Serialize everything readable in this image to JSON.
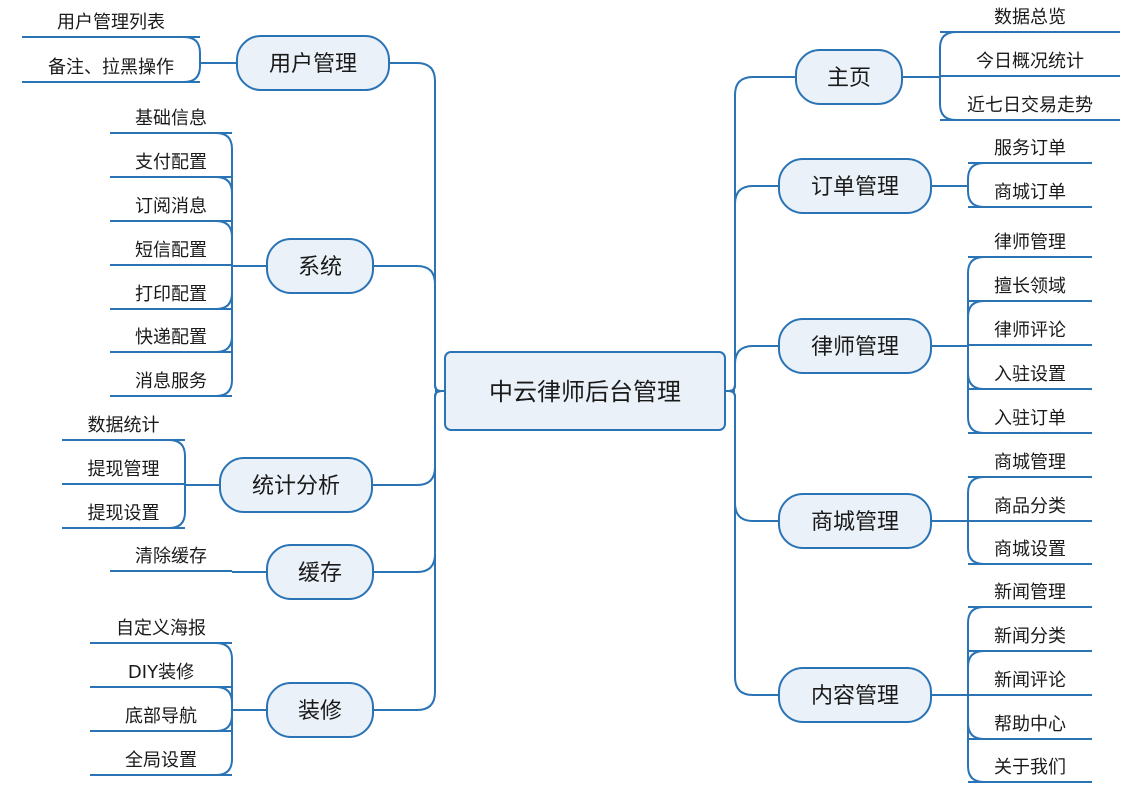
{
  "root": "中云律师后台管理",
  "left_branches": [
    {
      "label": "用户管理",
      "leaves": [
        "用户管理列表",
        "备注、拉黑操作"
      ]
    },
    {
      "label": "系统",
      "leaves": [
        "基础信息",
        "支付配置",
        "订阅消息",
        "短信配置",
        "打印配置",
        "快递配置",
        "消息服务"
      ]
    },
    {
      "label": "统计分析",
      "leaves": [
        "数据统计",
        "提现管理",
        "提现设置"
      ]
    },
    {
      "label": "缓存",
      "leaves": [
        "清除缓存"
      ]
    },
    {
      "label": "装修",
      "leaves": [
        "自定义海报",
        "DIY装修",
        "底部导航",
        "全局设置"
      ]
    }
  ],
  "right_branches": [
    {
      "label": "主页",
      "leaves": [
        "数据总览",
        "今日概况统计",
        "近七日交易走势"
      ]
    },
    {
      "label": "订单管理",
      "leaves": [
        "服务订单",
        "商城订单"
      ]
    },
    {
      "label": "律师管理",
      "leaves": [
        "律师管理",
        "擅长领域",
        "律师评论",
        "入驻设置",
        "入驻订单"
      ]
    },
    {
      "label": "商城管理",
      "leaves": [
        "商城管理",
        "商品分类",
        "商城设置"
      ]
    },
    {
      "label": "内容管理",
      "leaves": [
        "新闻管理",
        "新闻分类",
        "新闻评论",
        "帮助中心",
        "关于我们"
      ]
    }
  ]
}
